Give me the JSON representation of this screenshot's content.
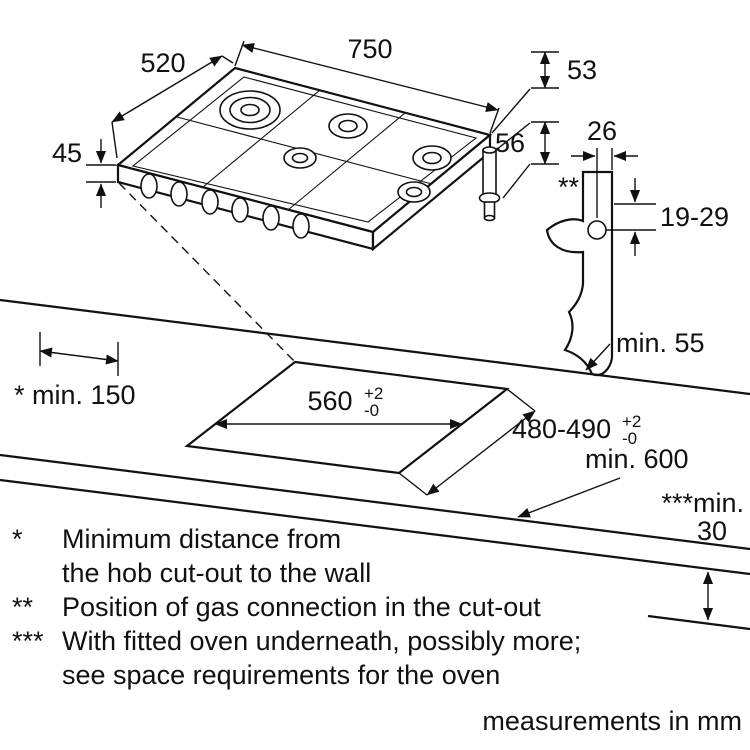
{
  "dims": {
    "width_750": "750",
    "depth_520": "520",
    "height_45": "45",
    "gap_53": "53",
    "gap_56": "56",
    "gap_26": "26",
    "range_19_29": "19-29",
    "gas_note_marker": "**",
    "min_55": "min. 55",
    "cutout_width": "560",
    "cutout_width_tol_plus": "+2",
    "cutout_width_tol_minus": "-0",
    "cutout_depth": "480-490",
    "cutout_depth_tol_plus": "+2",
    "cutout_depth_tol_minus": "-0",
    "min_150": "* min. 150",
    "min_600": "min. 600",
    "min_30_prefix": "***min.",
    "min_30_value": "30"
  },
  "footnotes": {
    "f1_marker": "*",
    "f1_line1": "Minimum distance from",
    "f1_line2": "the hob cut-out to the wall",
    "f2_marker": "**",
    "f2_line1": "Position of gas connection in the cut-out",
    "f3_marker": "***",
    "f3_line1": "With fitted oven underneath, possibly more;",
    "f3_line2": "see space requirements for the oven"
  },
  "caption": "measurements in mm",
  "colors": {
    "line": "#111111",
    "background": "#ffffff"
  }
}
